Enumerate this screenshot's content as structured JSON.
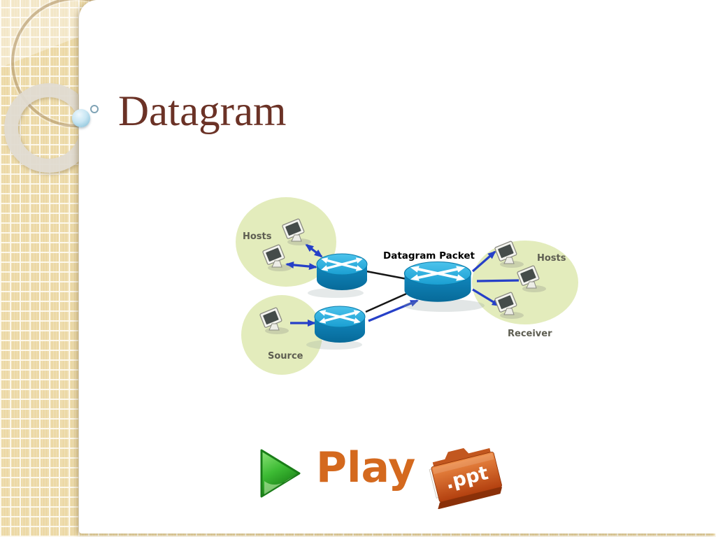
{
  "slide": {
    "title": "Datagram"
  },
  "diagram": {
    "packet_label": "Datagram Packet",
    "groups": {
      "hosts_left": "Hosts",
      "source": "Source",
      "hosts_right": "Hosts",
      "receiver": "Receiver"
    }
  },
  "footer": {
    "play_label": "Play",
    "file_badge": ".ppt"
  },
  "colors": {
    "title-brown": "#6B3226",
    "router-top": "#2BABDE",
    "router-side": "#0E7FB4",
    "arrow-blue": "#2640C8",
    "ellipse-green": "#E3ECBC",
    "label-gray": "#5E5E52",
    "play-orange": "#D4691E",
    "folder-orange": "#C9551F",
    "triangle-green": "#2FAC2F",
    "sidebar-tan": "#ECD9A6"
  }
}
